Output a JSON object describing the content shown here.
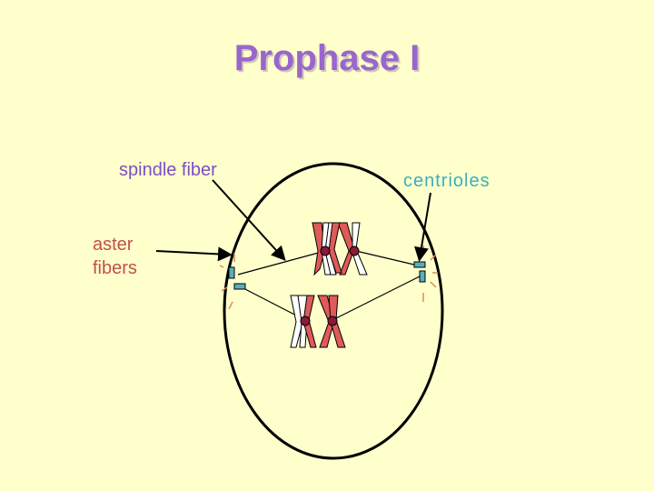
{
  "title": "Prophase I",
  "labels": {
    "spindle_fiber": "spindle fiber",
    "centrioles": "centrioles",
    "aster_line1": "aster",
    "aster_line2": "fibers"
  },
  "colors": {
    "background": "#FFFFCC",
    "title": "#9966CC",
    "spindle_label": "#7B4FC4",
    "centrioles_label": "#3AAFC0",
    "aster_label": "#C0504D",
    "chromosome_red": "#E05A5A",
    "chromosome_white": "#FFFFFF",
    "centromere": "#8B1A3A",
    "centriole": "#5AB0B8",
    "aster_ray": "#E08A5A"
  }
}
